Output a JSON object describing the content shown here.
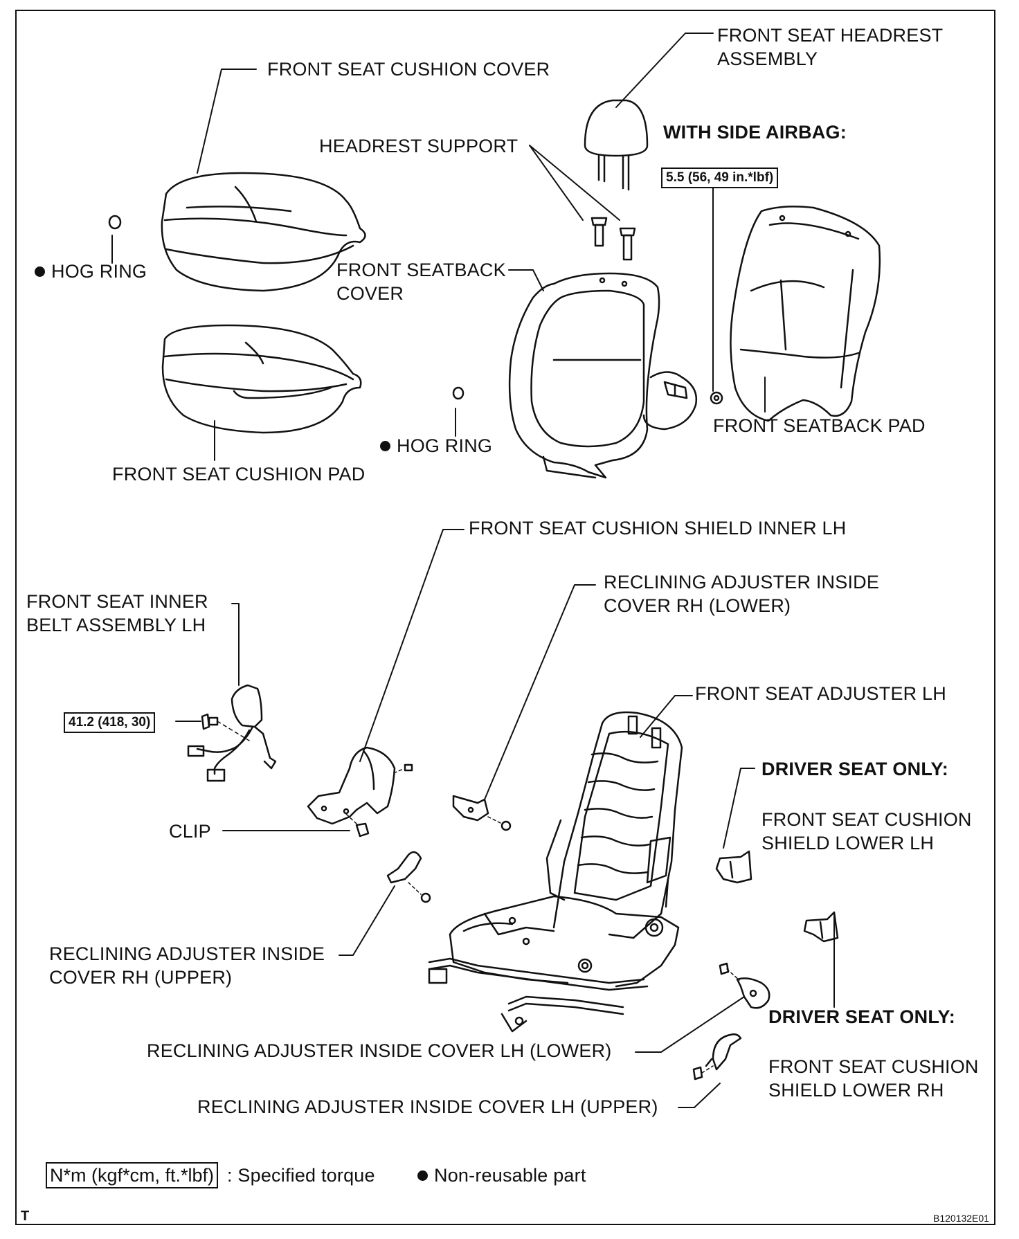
{
  "labels": {
    "headrest_assembly": [
      "FRONT SEAT HEADREST",
      "ASSEMBLY"
    ],
    "cushion_cover": "FRONT SEAT CUSHION COVER",
    "headrest_support": "HEADREST SUPPORT",
    "with_side_airbag": "WITH SIDE AIRBAG:",
    "hog_ring_left": "HOG RING",
    "seatback_cover": [
      "FRONT SEATBACK",
      "COVER"
    ],
    "seatback_pad": "FRONT SEATBACK PAD",
    "hog_ring_center": "HOG RING",
    "cushion_pad": "FRONT SEAT CUSHION PAD",
    "shield_inner_lh": "FRONT SEAT CUSHION SHIELD INNER LH",
    "recl_rh_lower": [
      "RECLINING ADJUSTER INSIDE",
      "COVER RH  (LOWER)"
    ],
    "inner_belt_lh": [
      "FRONT SEAT INNER",
      "BELT ASSEMBLY LH"
    ],
    "adjuster_lh": "FRONT SEAT ADJUSTER LH",
    "driver_only_1": "DRIVER SEAT ONLY:",
    "shield_lower_lh": [
      "FRONT SEAT CUSHION",
      "SHIELD LOWER LH"
    ],
    "clip": "CLIP",
    "recl_rh_upper": [
      "RECLINING ADJUSTER INSIDE",
      "COVER RH  (UPPER)"
    ],
    "driver_only_2": "DRIVER SEAT ONLY:",
    "shield_lower_rh": [
      "FRONT SEAT CUSHION",
      "SHIELD LOWER RH"
    ],
    "recl_lh_lower": "RECLINING ADJUSTER INSIDE COVER LH    (LOWER)",
    "recl_lh_upper": "RECLINING ADJUSTER INSIDE COVER LH  (UPPER)"
  },
  "torques": {
    "seatback_nut": "5.5 (56, 49 in.*lbf)",
    "belt_bolt": "41.2 (418, 30)"
  },
  "legend": {
    "torque_box": "N*m (kgf*cm, ft.*lbf)",
    "torque_desc": ": Specified torque",
    "nonreusable": "Non-reusable part"
  },
  "corner_mark": "T",
  "figure_id": "B120132E01",
  "icons": [
    "non-reusable-dot-icon"
  ]
}
